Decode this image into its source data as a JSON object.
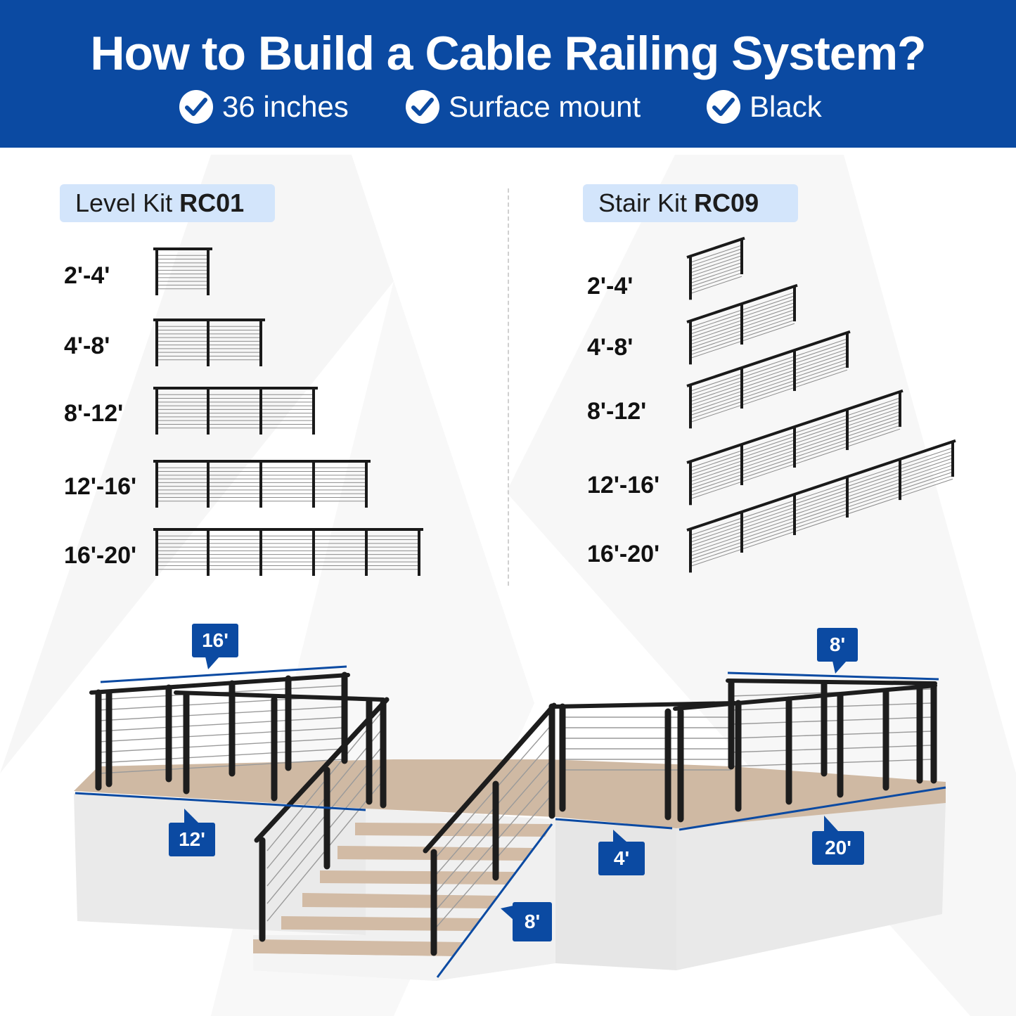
{
  "header": {
    "title": "How to Build a Cable Railing System?",
    "features": [
      {
        "label": "36 inches",
        "icon": "check-circle-icon"
      },
      {
        "label": "Surface mount",
        "icon": "check-circle-icon"
      },
      {
        "label": "Black",
        "icon": "check-circle-icon"
      }
    ]
  },
  "level_kit": {
    "name": "Level Kit ",
    "code": "RC01",
    "sizes": [
      {
        "label": "2'-4'",
        "sections": 1
      },
      {
        "label": "4'-8'",
        "sections": 2
      },
      {
        "label": "8'-12'",
        "sections": 3
      },
      {
        "label": "12'-16'",
        "sections": 4
      },
      {
        "label": "16'-20'",
        "sections": 5
      }
    ]
  },
  "stair_kit": {
    "name": "Stair Kit ",
    "code": "RC09",
    "sizes": [
      {
        "label": "2'-4'",
        "sections": 1
      },
      {
        "label": "4'-8'",
        "sections": 2
      },
      {
        "label": "8'-12'",
        "sections": 3
      },
      {
        "label": "12'-16'",
        "sections": 4
      },
      {
        "label": "16'-20'",
        "sections": 5
      }
    ]
  },
  "deck_tags": {
    "top_left": "16'",
    "left_front": "12'",
    "stair_right": "8'",
    "middle_front": "4'",
    "top_right": "8'",
    "right_front": "20'"
  },
  "colors": {
    "brand_blue": "#0b4aa2",
    "kit_label_bg": "#d3e5fb",
    "rail": "#1a1a1a"
  }
}
